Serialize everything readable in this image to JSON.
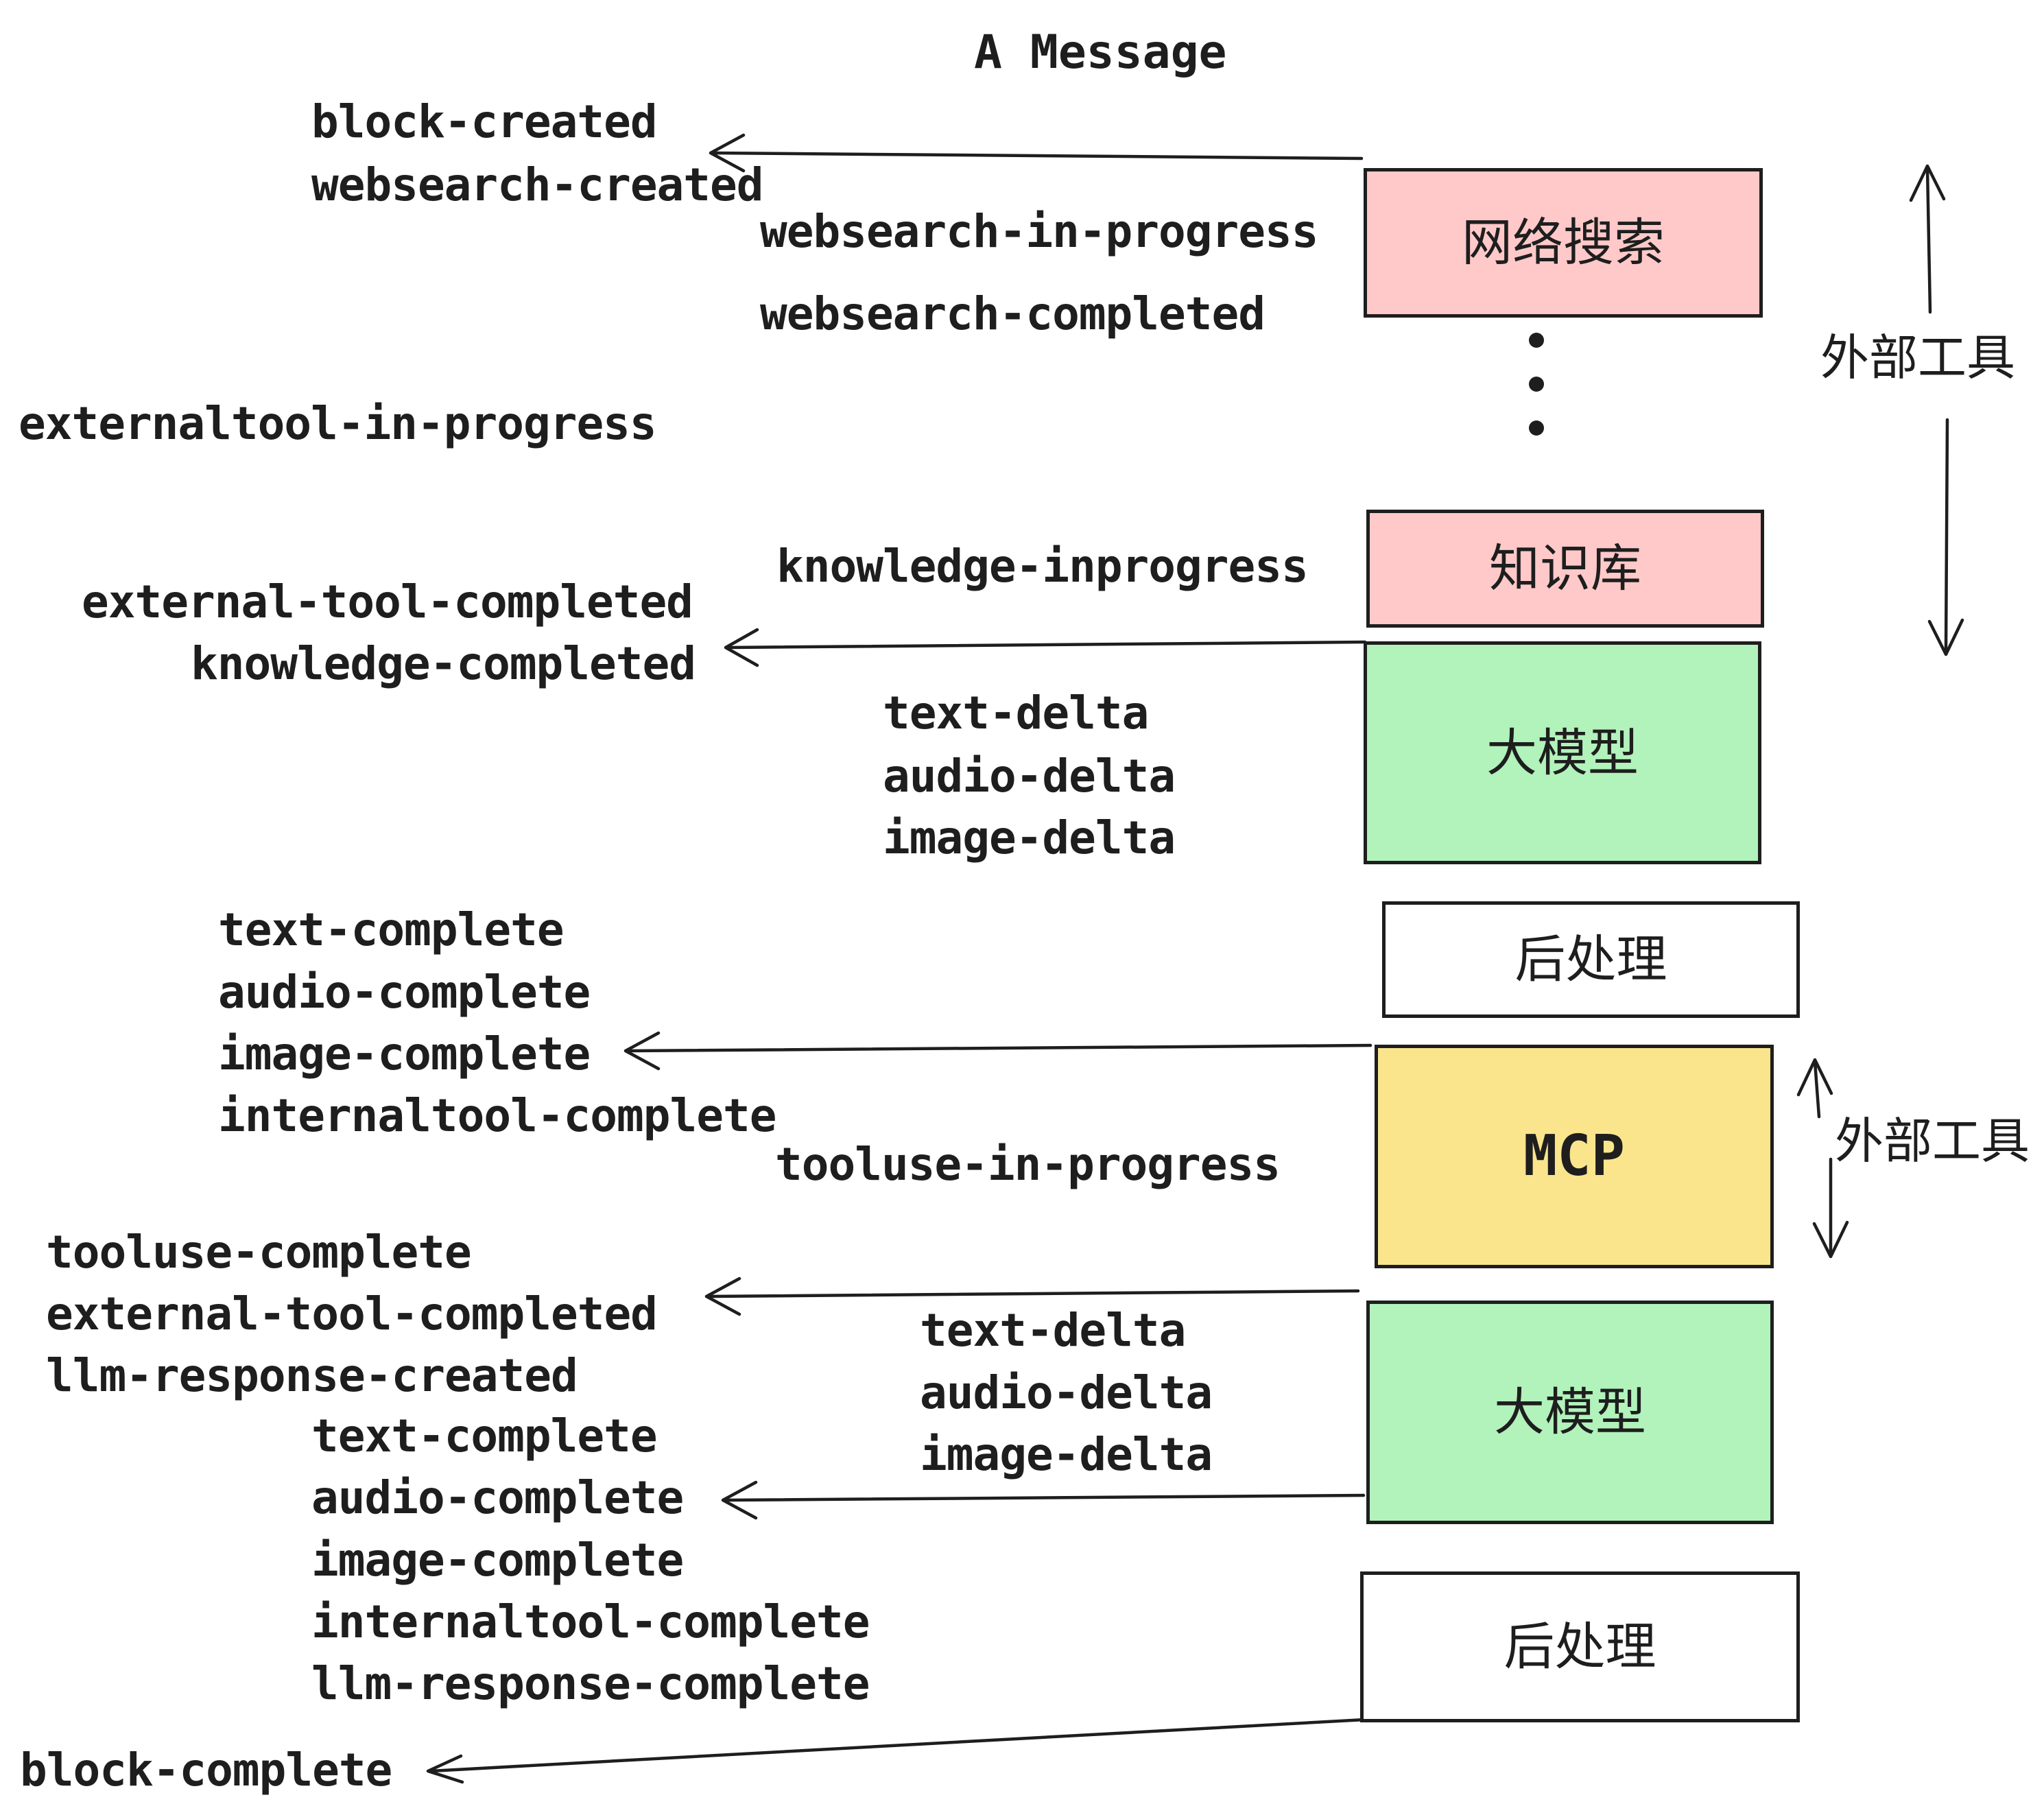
{
  "title": "A Message",
  "colors": {
    "ink": "#1e1e1e",
    "pink": "#ffc9c9",
    "green": "#b2f2bb",
    "yellow": "#fae58c",
    "white": "#ffffff"
  },
  "boxes": [
    {
      "label": "网络搜索",
      "fill": "pink"
    },
    {
      "label": "知识库",
      "fill": "pink"
    },
    {
      "label": "大模型",
      "fill": "green"
    },
    {
      "label": "后处理",
      "fill": "white"
    },
    {
      "label": "MCP",
      "fill": "yellow"
    },
    {
      "label": "大模型",
      "fill": "green"
    },
    {
      "label": "后处理",
      "fill": "white"
    }
  ],
  "side_labels": [
    {
      "text": "外部工具"
    },
    {
      "text": "外部工具"
    }
  ],
  "events": [
    {
      "text": "block-created"
    },
    {
      "text": "websearch-created"
    },
    {
      "text": "websearch-in-progress"
    },
    {
      "text": "websearch-completed"
    },
    {
      "text": "externaltool-in-progress"
    },
    {
      "text": "knowledge-inprogress"
    },
    {
      "text": "external-tool-completed"
    },
    {
      "text": "knowledge-completed"
    },
    {
      "text": "text-delta"
    },
    {
      "text": "audio-delta"
    },
    {
      "text": "image-delta"
    },
    {
      "text": "text-complete"
    },
    {
      "text": "audio-complete"
    },
    {
      "text": "image-complete"
    },
    {
      "text": "internaltool-complete"
    },
    {
      "text": "tooluse-in-progress"
    },
    {
      "text": "tooluse-complete"
    },
    {
      "text": "external-tool-completed"
    },
    {
      "text": "llm-response-created"
    },
    {
      "text": "text-complete"
    },
    {
      "text": "audio-complete"
    },
    {
      "text": "text-delta"
    },
    {
      "text": "audio-delta"
    },
    {
      "text": "image-delta"
    },
    {
      "text": "image-complete"
    },
    {
      "text": "internaltool-complete"
    },
    {
      "text": "llm-response-complete"
    },
    {
      "text": "block-complete"
    }
  ]
}
